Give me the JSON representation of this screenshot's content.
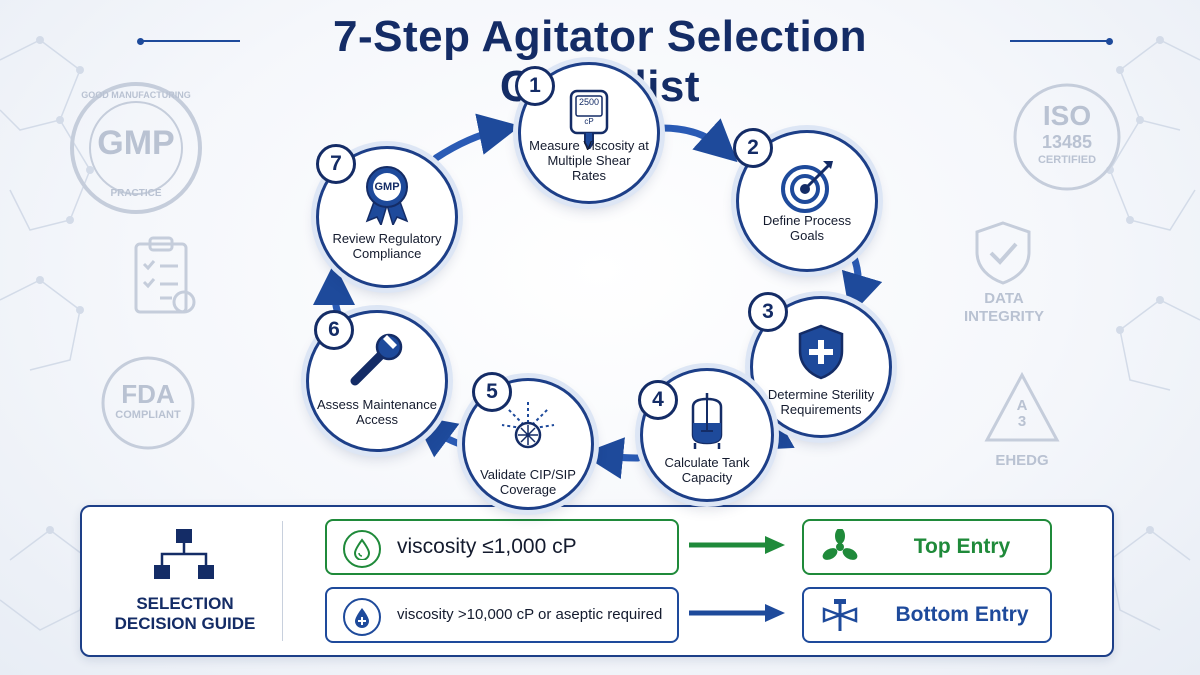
{
  "title": "7-Step Agitator Selection Checklist",
  "colors": {
    "navy": "#142c66",
    "blue": "#1e4a9b",
    "green": "#1f8a3a"
  },
  "steps": [
    {
      "number": "1",
      "label": "Measure Viscosity at Multiple Shear Rates",
      "icon": "viscometer-icon",
      "gauge_reading": "2500",
      "gauge_unit": "cP"
    },
    {
      "number": "2",
      "label": "Define Process Goals",
      "icon": "target-icon"
    },
    {
      "number": "3",
      "label": "Determine Sterility Requirements",
      "icon": "shield-cross-icon"
    },
    {
      "number": "4",
      "label": "Calculate Tank Capacity",
      "icon": "tank-icon"
    },
    {
      "number": "5",
      "label": "Validate CIP/SIP Coverage",
      "icon": "spray-ball-icon"
    },
    {
      "number": "6",
      "label": "Assess Maintenance Access",
      "icon": "wrench-icon"
    },
    {
      "number": "7",
      "label": "Review Regulatory Compliance",
      "icon": "award-ribbon-icon",
      "seal_text": "GMP"
    }
  ],
  "background_marks": {
    "gmp_seal": {
      "main": "GMP",
      "top": "GOOD MANUFACTURING",
      "bottom": "PRACTICE"
    },
    "fda": {
      "main": "FDA",
      "sub": "COMPLIANT"
    },
    "iso": {
      "main": "ISO",
      "number": "13485",
      "sub": "CERTIFIED"
    },
    "data_integrity": "DATA\nINTEGRITY",
    "ehedg": {
      "badge": "A\n3",
      "label": "EHEDG"
    }
  },
  "guide": {
    "title": "SELECTION\nDECISION GUIDE",
    "rows": [
      {
        "condition": "viscosity ≤1,000 cP",
        "result": "Top Entry",
        "color": "#1f8a3a",
        "cond_icon": "droplet-icon",
        "result_icon": "propeller-icon"
      },
      {
        "condition": "viscosity >10,000 cP or aseptic required",
        "result": "Bottom Entry",
        "color": "#1e4a9b",
        "cond_icon": "droplet-plus-icon",
        "result_icon": "bottom-impeller-icon"
      }
    ]
  }
}
